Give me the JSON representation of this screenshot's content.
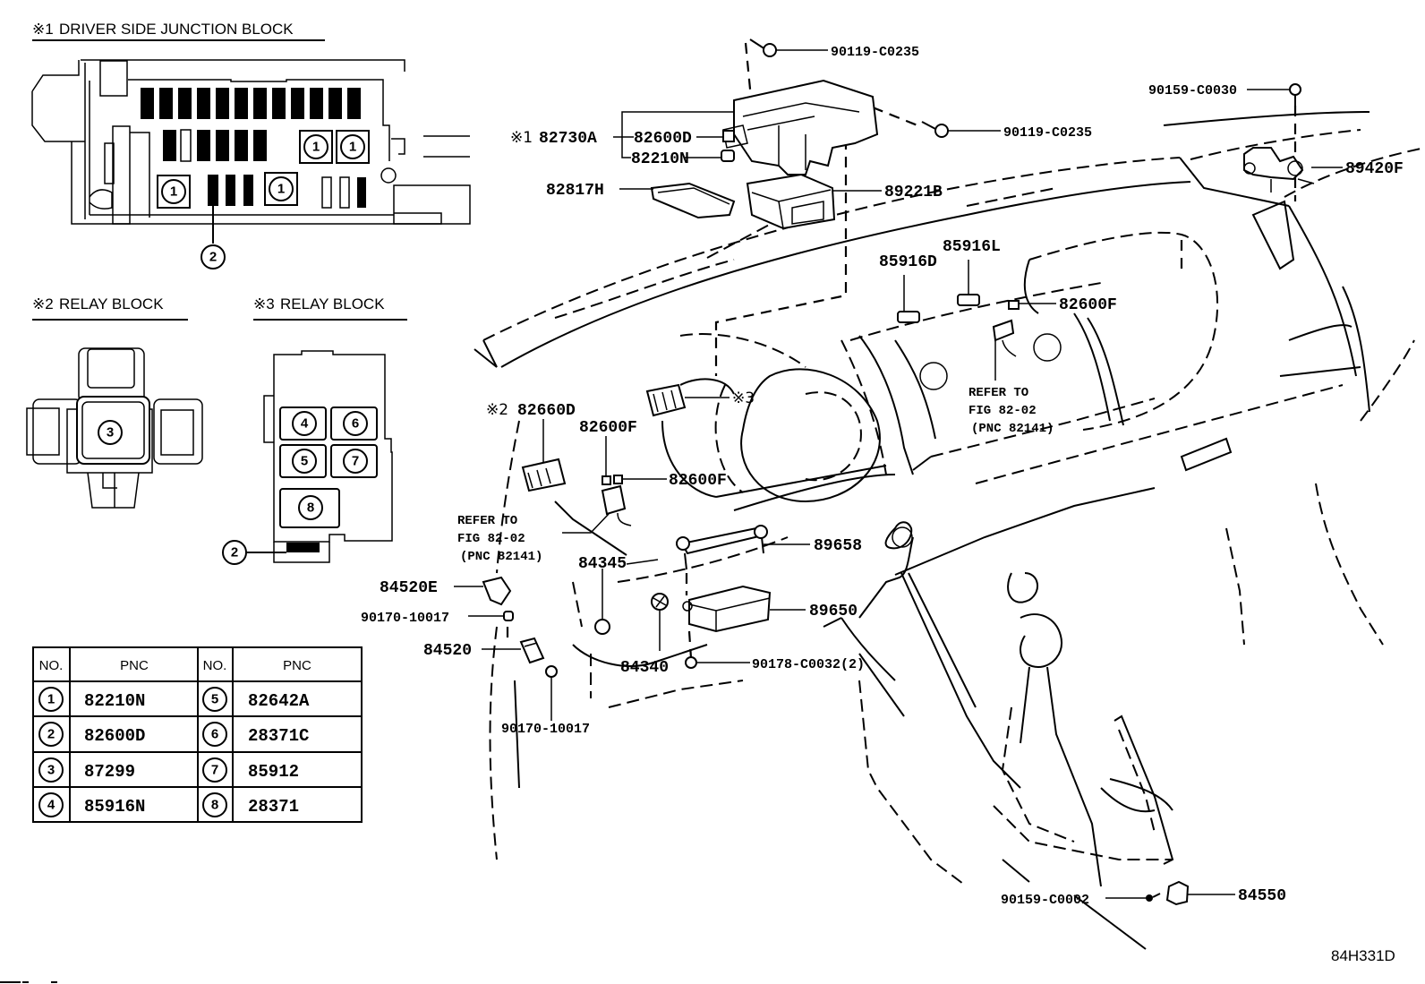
{
  "diagram_code": "84H331D",
  "sections": {
    "junction_block": {
      "mark": "※1",
      "title": "DRIVER SIDE JUNCTION BLOCK"
    },
    "relay_block_2": {
      "mark": "※2",
      "title": "RELAY BLOCK"
    },
    "relay_block_3": {
      "mark": "※3",
      "title": "RELAY BLOCK"
    }
  },
  "callouts": {
    "c1": "1",
    "c2": "2",
    "c3": "3",
    "c4": "4",
    "c5": "5",
    "c6": "6",
    "c7": "7",
    "c8": "8"
  },
  "table": {
    "headers": [
      "NO.",
      "PNC",
      "NO.",
      "PNC"
    ],
    "rows": [
      {
        "no_left": "1",
        "pnc_left": "82210N",
        "no_right": "5",
        "pnc_right": "82642A"
      },
      {
        "no_left": "2",
        "pnc_left": "82600D",
        "no_right": "6",
        "pnc_right": "28371C"
      },
      {
        "no_left": "3",
        "pnc_left": "87299",
        "no_right": "7",
        "pnc_right": "85912"
      },
      {
        "no_left": "4",
        "pnc_left": "85916N",
        "no_right": "8",
        "pnc_right": "28371"
      }
    ]
  },
  "parts": {
    "bolt_top": "90119-C0235",
    "bolt_right": "90119-C0235",
    "junction_mark": "※1",
    "junction_block": "82730A",
    "relay_2": "82600D",
    "relay_1": "82210N",
    "cover": "82817H",
    "ecu": "89221B",
    "screw_top_right": "90159-C0030",
    "sensor_top_right": "89420F",
    "relay_d": "85916D",
    "relay_l": "85916L",
    "fuse_f_right": "82600F",
    "refer_right": [
      "REFER TO",
      "FIG 82-02",
      "(PNC 82141)"
    ],
    "relay_block_2_mark": "※2",
    "relay_block_2": "82660D",
    "relay_block_3_mark": "※3",
    "fuse_f_left_top": "82600F",
    "fuse_f_left_side": "82600F",
    "refer_left": [
      "REFER TO",
      "FIG 82-02",
      "(PNC 82141)"
    ],
    "bracket": "89658",
    "part_84345": "84345",
    "switch_e": "84520E",
    "nut_upper": "90170-10017",
    "switch": "84520",
    "nut_lower": "90170-10017",
    "part_84340": "84340",
    "airbag_sensor": "89650",
    "bolt_lower": "90178-C0032(2)",
    "screw_bottom": "90159-C0002",
    "switch_bottom": "84550"
  }
}
